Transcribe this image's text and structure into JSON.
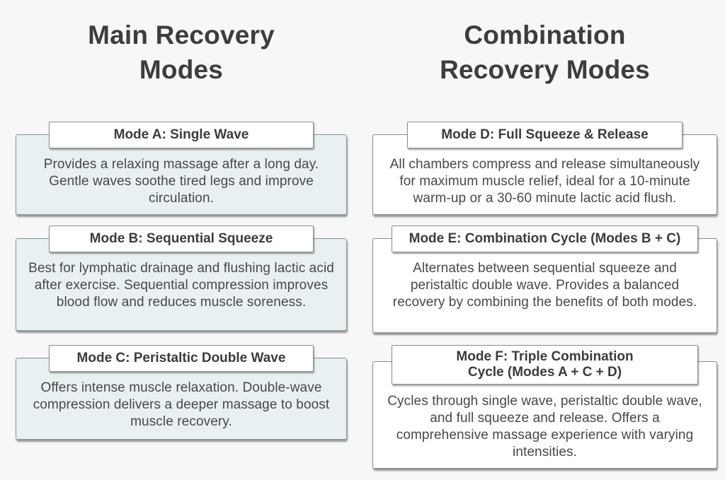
{
  "page": {
    "background_color": "#f7f7f7",
    "heading_color": "#3d3d3d",
    "body_text_color": "#484848",
    "border_color": "#8c8c8c"
  },
  "columns": [
    {
      "title": "Main Recovery Modes",
      "card_color": "#e9f0f2",
      "modes": [
        {
          "title": "Mode A: Single Wave",
          "description": "Provides a relaxing massage after a long day. Gentle waves soothe tired legs and improve circulation."
        },
        {
          "title": "Mode B: Sequential Squeeze",
          "description": "Best for lymphatic drainage and flushing lactic acid after exercise. Sequential compression improves blood flow and reduces muscle soreness."
        },
        {
          "title": "Mode C: Peristaltic Double Wave",
          "description": "Offers intense muscle relaxation. Double-wave compression delivers a deeper massage to boost muscle recovery."
        }
      ]
    },
    {
      "title": "Combination Recovery Modes",
      "card_color": "#ffffff",
      "modes": [
        {
          "title": "Mode D: Full Squeeze & Release",
          "description": "All chambers compress and release simultaneously for maximum muscle relief, ideal for a 10-minute warm-up or a 30-60 minute lactic acid flush."
        },
        {
          "title": "Mode E: Combination Cycle (Modes B + C)",
          "description": "Alternates between sequential squeeze and peristaltic double wave. Provides a balanced recovery by combining the benefits of both modes."
        },
        {
          "title_line1": "Mode F: Triple Combination",
          "title_line2": "Cycle (Modes A + C + D)",
          "description": "Cycles through single wave, peristaltic double wave, and full squeeze and release. Offers a comprehensive massage experience with varying intensities."
        }
      ]
    }
  ]
}
